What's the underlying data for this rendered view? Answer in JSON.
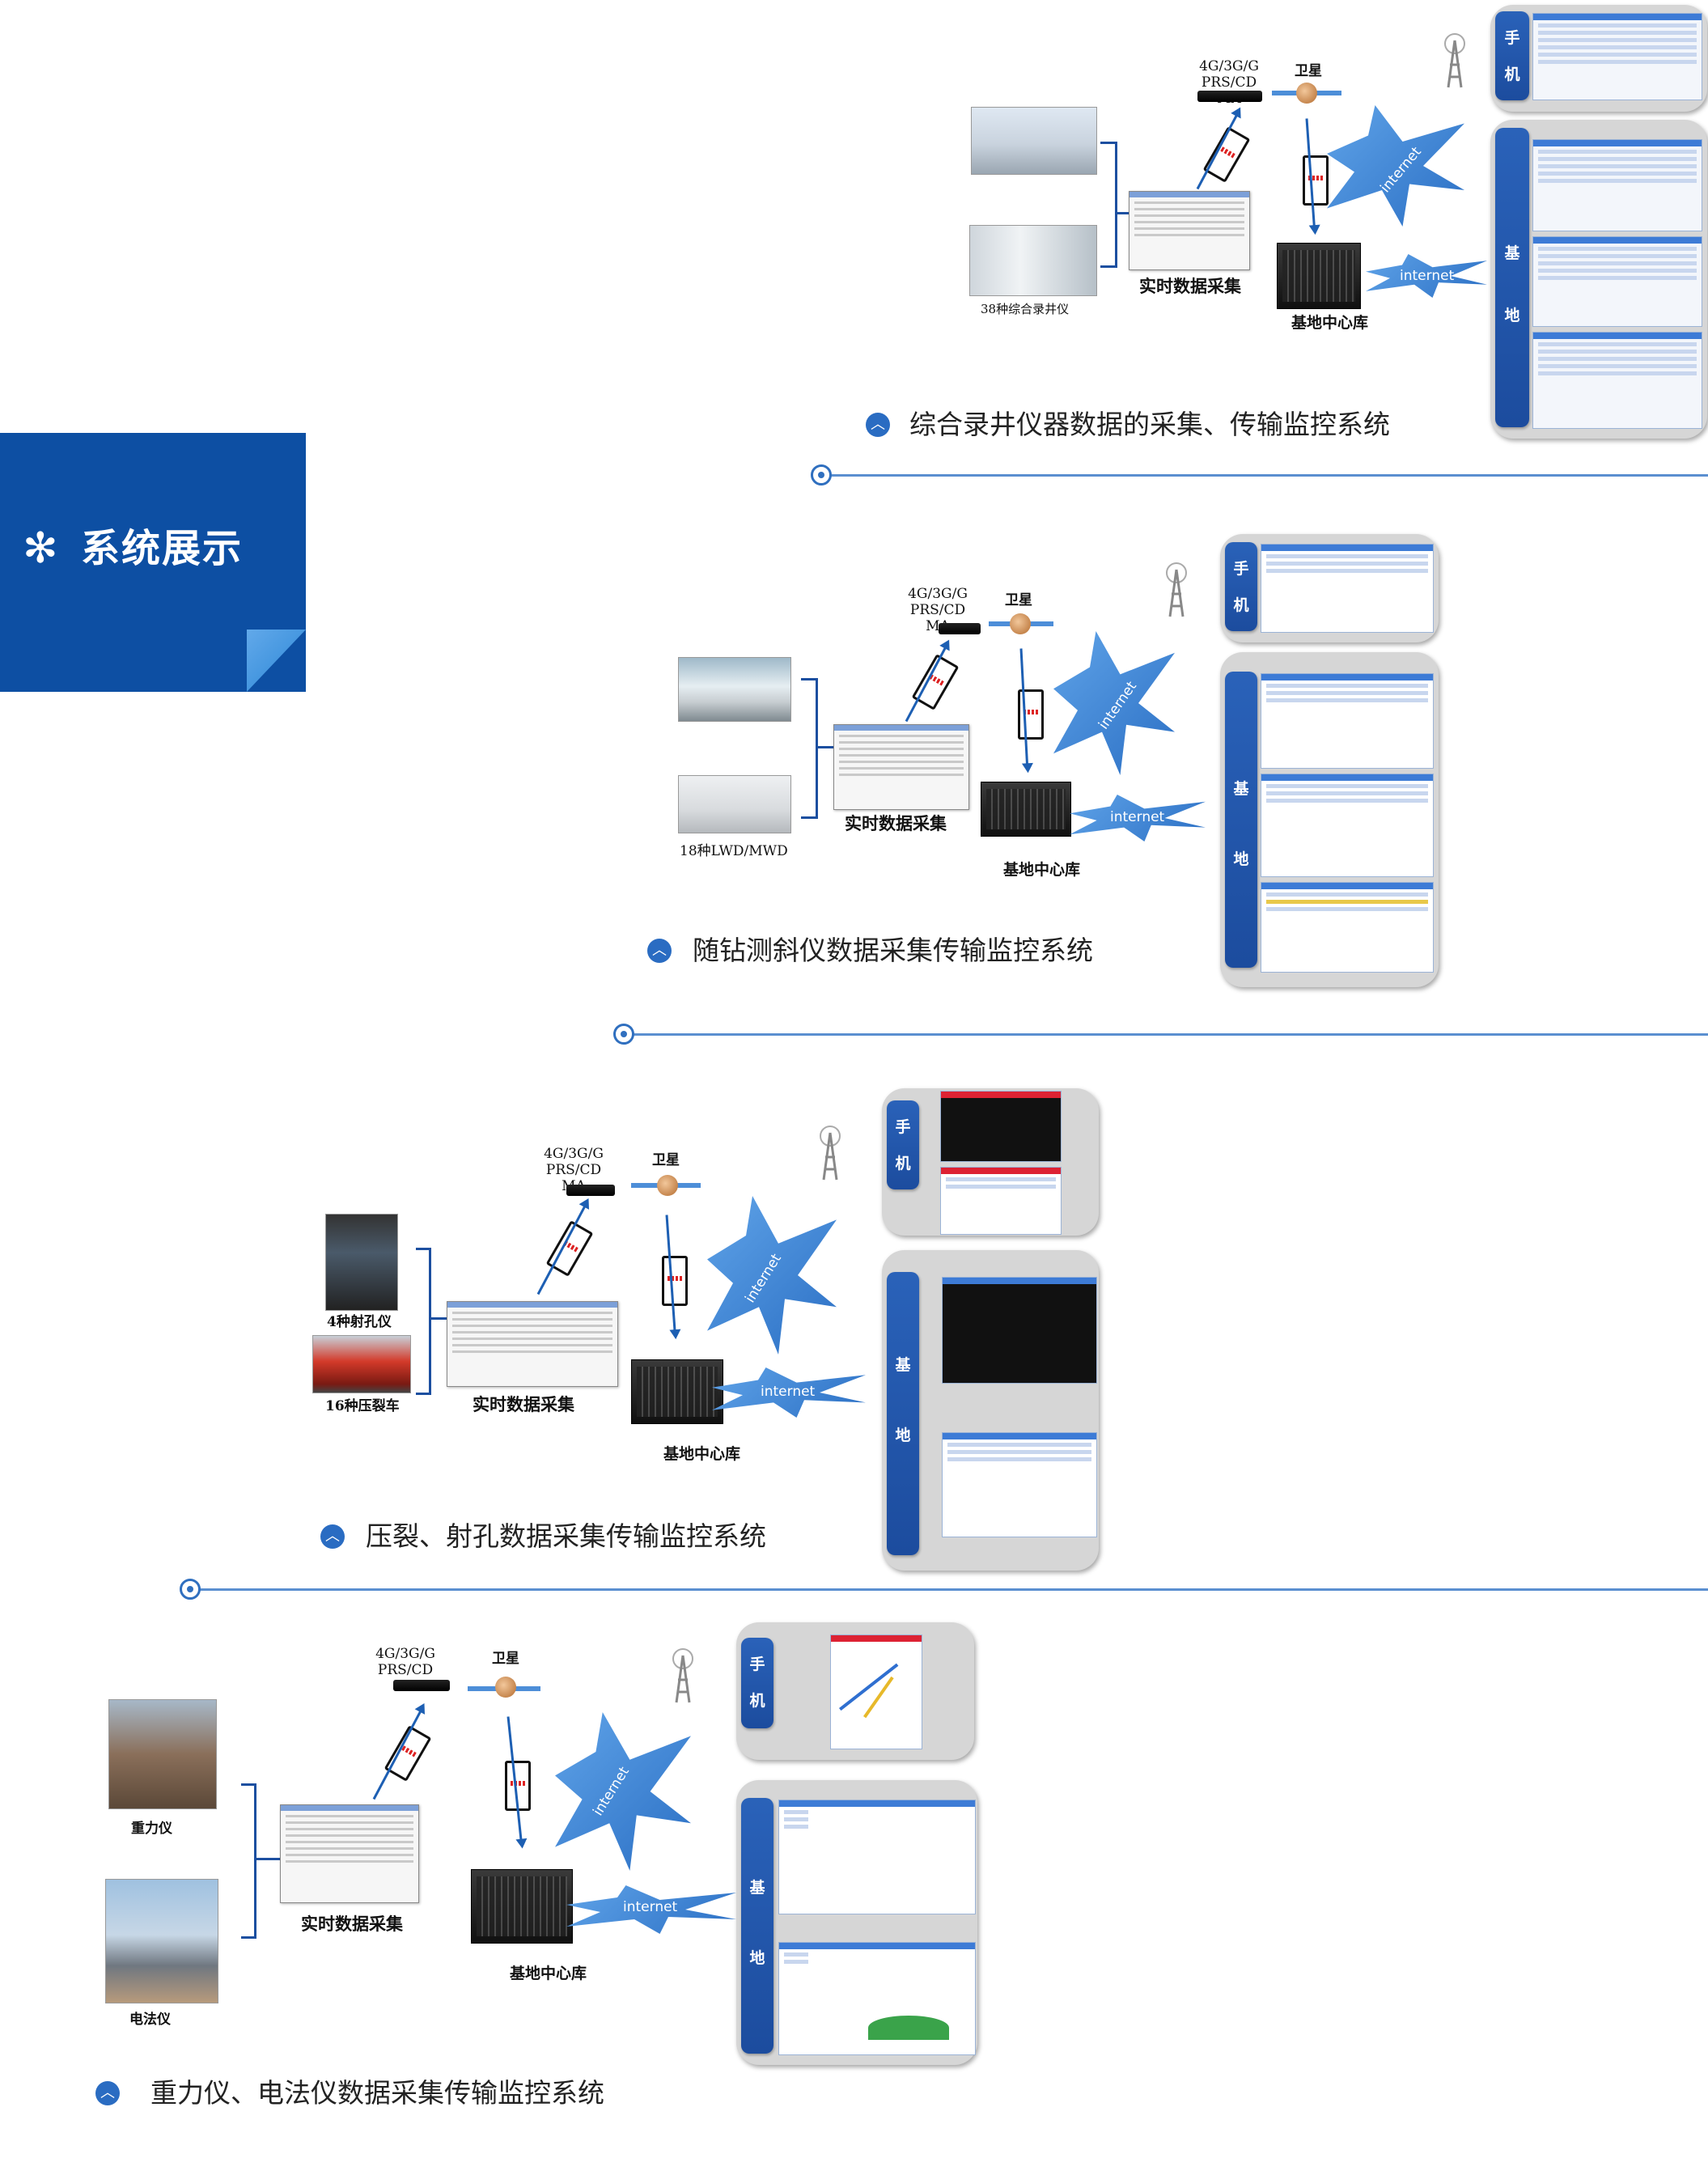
{
  "banner": {
    "icon": "asterisk-icon",
    "title": "系统展示"
  },
  "common": {
    "modem_label": "4G/3G/GPRS/CDMA",
    "satellite_label": "卫星",
    "acquisition_label": "实时数据采集",
    "center_label": "基地中心库",
    "internet_label": "internet",
    "phone_tab": [
      "手",
      "机"
    ],
    "base_tab": [
      "基",
      "地"
    ]
  },
  "sections": [
    {
      "device_labels": [
        "38种综合录井仪"
      ],
      "caption": "综合录井仪器数据的采集、传输监控系统"
    },
    {
      "device_labels": [
        "18种LWD/MWD"
      ],
      "caption": "随钻测斜仪数据采集传输监控系统"
    },
    {
      "device_labels": [
        "4种射孔仪",
        "16种压裂车"
      ],
      "caption": "压裂、射孔数据采集传输监控系统"
    },
    {
      "device_labels": [
        "重力仪",
        "电法仪"
      ],
      "caption": "重力仪、电法仪数据采集传输监控系统"
    }
  ],
  "colors": {
    "primary": "#0d4fa3",
    "accent": "#2a86d6",
    "line": "#5b8fd0"
  }
}
